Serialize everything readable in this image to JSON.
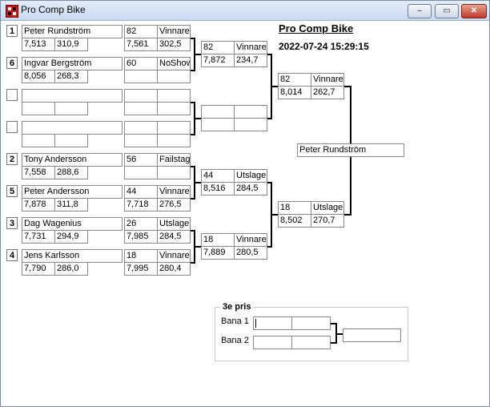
{
  "window": {
    "title": "Pro Comp Bike",
    "controls": [
      "–",
      "▭",
      "✕"
    ]
  },
  "bracket": {
    "title": "Pro Comp Bike",
    "datetime": "2022-07-24 15:29:15",
    "champion": "Peter Rundström"
  },
  "round1": [
    {
      "seed": "1",
      "name": "Peter Rundström",
      "et": "7,513",
      "speed": "310,9",
      "rt": "82",
      "result": "Vinnare",
      "rt2": "7,561",
      "speed2": "302,5"
    },
    {
      "seed": "6",
      "name": "Ingvar Bergström",
      "et": "8,056",
      "speed": "268,3",
      "rt": "60",
      "result": "NoShow",
      "rt2": "",
      "speed2": ""
    },
    {
      "seed": "",
      "name": "",
      "et": "",
      "speed": "",
      "rt": "",
      "result": "",
      "rt2": "",
      "speed2": ""
    },
    {
      "seed": "",
      "name": "",
      "et": "",
      "speed": "",
      "rt": "",
      "result": "",
      "rt2": "",
      "speed2": ""
    },
    {
      "seed": "2",
      "name": "Tony Andersson",
      "et": "7,558",
      "speed": "288,6",
      "rt": "56",
      "result": "Failstage",
      "rt2": "",
      "speed2": ""
    },
    {
      "seed": "5",
      "name": "Peter Andersson",
      "et": "7,878",
      "speed": "311,8",
      "rt": "44",
      "result": "Vinnare",
      "rt2": "7,718",
      "speed2": "276,5"
    },
    {
      "seed": "3",
      "name": "Dag Wagenius",
      "et": "7,731",
      "speed": "294,9",
      "rt": "26",
      "result": "Utslagen",
      "rt2": "7,985",
      "speed2": "284,5"
    },
    {
      "seed": "4",
      "name": "Jens Karlsson",
      "et": "7,790",
      "speed": "286,0",
      "rt": "18",
      "result": "Vinnare",
      "rt2": "7,995",
      "speed2": "280,4"
    }
  ],
  "round2": [
    {
      "rt": "82",
      "result": "Vinnare",
      "et": "7,872",
      "speed": "234,7"
    },
    {
      "rt": "",
      "result": "",
      "et": "",
      "speed": ""
    },
    {
      "rt": "44",
      "result": "Utslagen",
      "et": "8,516",
      "speed": "284,5"
    },
    {
      "rt": "18",
      "result": "Vinnare",
      "et": "7,889",
      "speed": "280,5"
    }
  ],
  "semis": [
    {
      "rt": "82",
      "result": "Vinnare",
      "et": "8,014",
      "speed": "262,7"
    },
    {
      "rt": "18",
      "result": "Utslagen",
      "et": "8,502",
      "speed": "270,7"
    }
  ],
  "third_place": {
    "legend": "3e pris",
    "lane1_label": "Bana 1",
    "lane2_label": "Bana 2"
  }
}
